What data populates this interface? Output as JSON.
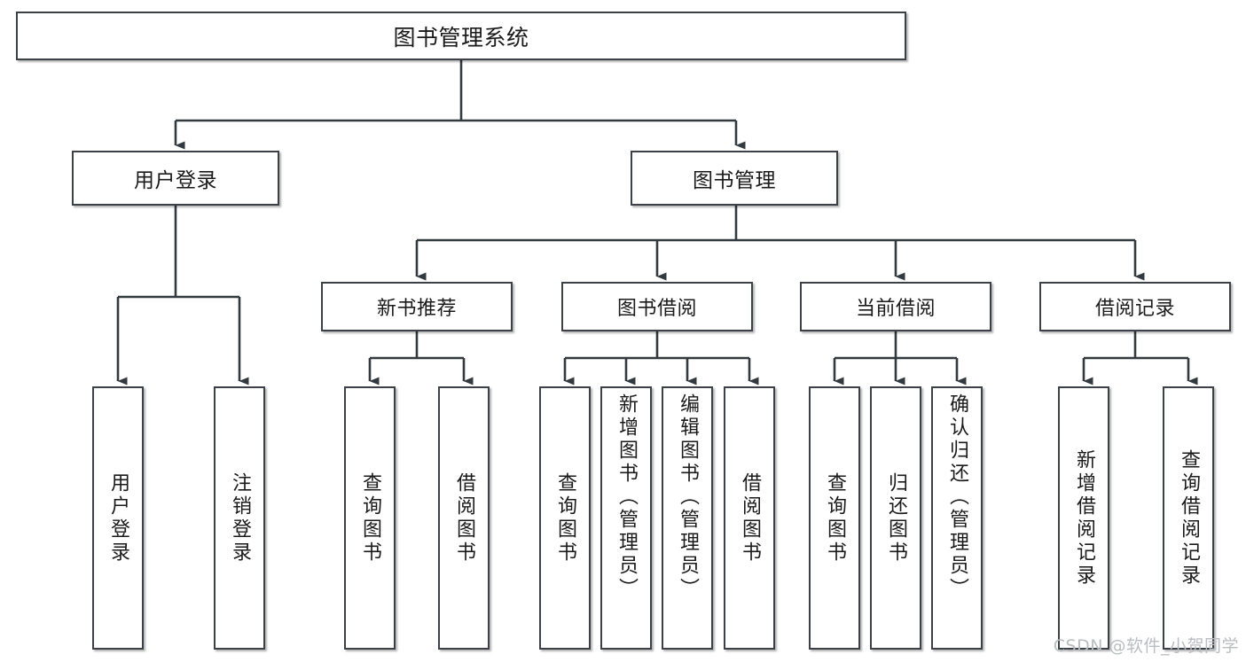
{
  "diagram": {
    "type": "tree-hierarchy",
    "title": "图书管理系统",
    "orientation": "top-down",
    "colors": {
      "background": "#ffffff",
      "box_border": "#3b4146",
      "box_fill": "#ffffff",
      "connector": "#333a3f",
      "text": "#1a1a1a",
      "watermark": "#b9bdc1"
    }
  },
  "root": {
    "label": "图书管理系统"
  },
  "level2": [
    {
      "label": "用户登录"
    },
    {
      "label": "图书管理"
    }
  ],
  "level3": [
    {
      "label": "新书推荐"
    },
    {
      "label": "图书借阅"
    },
    {
      "label": "当前借阅"
    },
    {
      "label": "借阅记录"
    }
  ],
  "leaves": {
    "user_login": [
      {
        "label": "用户登录"
      },
      {
        "label": "注销登录"
      }
    ],
    "new_book": [
      {
        "label": "查询图书"
      },
      {
        "label": "借阅图书"
      }
    ],
    "book_borrow": [
      {
        "label": "查询图书"
      },
      {
        "label": "新增图书（管理员）"
      },
      {
        "label": "编辑图书（管理员）"
      },
      {
        "label": "借阅图书"
      }
    ],
    "current_borrow": [
      {
        "label": "查询图书"
      },
      {
        "label": "归还图书"
      },
      {
        "label": "确认归还（管理员）"
      }
    ],
    "borrow_record": [
      {
        "label": "新增借阅记录"
      },
      {
        "label": "查询借阅记录"
      }
    ]
  },
  "watermark": {
    "text": "CSDN @软件_小贺同学"
  }
}
